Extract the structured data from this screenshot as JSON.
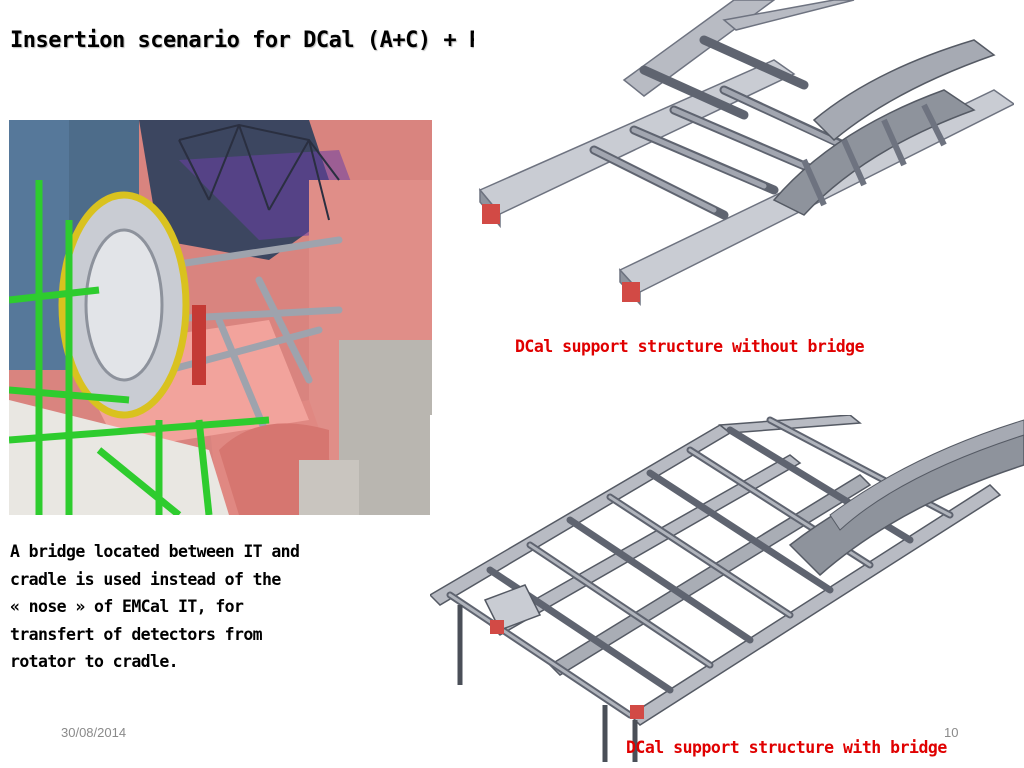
{
  "slide": {
    "title": "Insertion scenario for DCal (A+C) + PHOS",
    "caption_top": "DCal support structure without bridge",
    "caption_bottom": "DCal support structure with bridge",
    "body_lines": [
      "A bridge located between IT and",
      "cradle is used instead of the",
      "« nose » of EMCal IT, for",
      "transfert of detectors from",
      "rotator to cradle."
    ]
  },
  "footer": {
    "date": "30/08/2014",
    "page": "10"
  },
  "colors": {
    "caption": "#e00000",
    "text": "#000000",
    "footer": "#8a8a8a",
    "green_frame": "#33cc33",
    "pink_structure": "#e07f7a",
    "steel": "#a8aab0"
  }
}
